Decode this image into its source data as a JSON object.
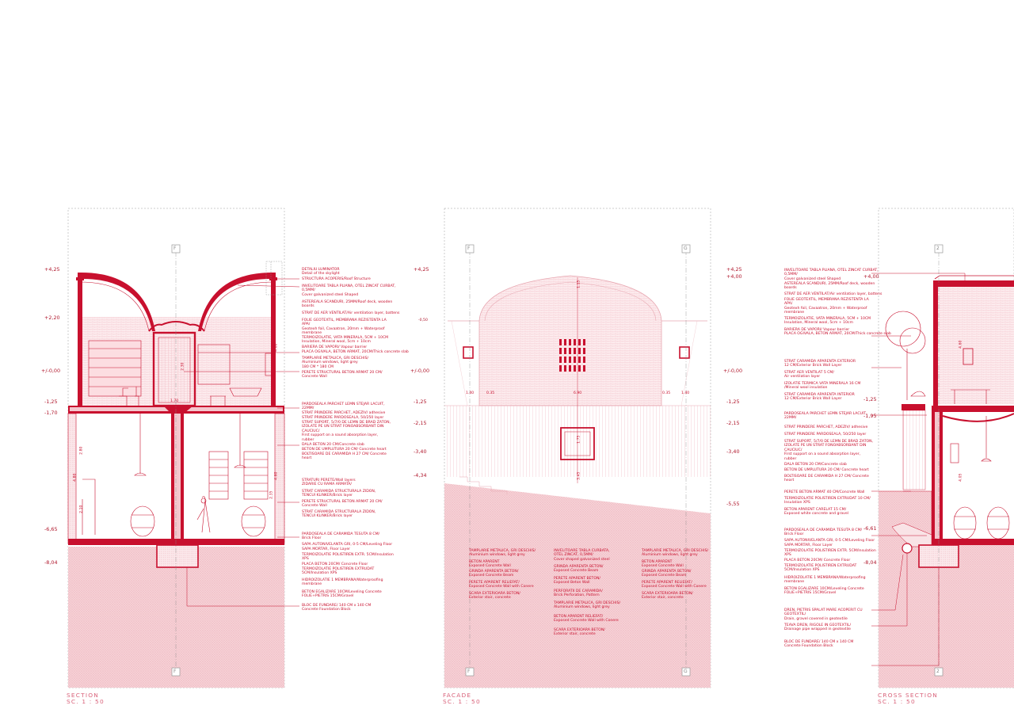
{
  "captions": {
    "section": {
      "title": "SECTION",
      "scale": "SC. 1 : 50"
    },
    "facade": {
      "title": "FACADE",
      "scale": "SC. 1 : 50"
    },
    "cross": {
      "title": "CROSS SECTION",
      "scale": "SC. 1 : 50"
    }
  },
  "grid_marks": {
    "section": [
      "F",
      "F"
    ],
    "facade": [
      "F",
      "G",
      "F",
      "G"
    ],
    "cross": [
      "2",
      "2"
    ]
  },
  "levels": {
    "section": [
      "+4,25",
      "+2,20",
      "+/-0,00",
      "-1,25",
      "-1,70",
      "-6,65",
      "-8,04"
    ],
    "facade_left": [
      "+4,25",
      "-0,50",
      "+/-0,00",
      "-1,25",
      "-2,15",
      "-3,40",
      "-4,34"
    ],
    "facade_right": [
      "+4,25",
      "+4,00",
      "+/-0,00",
      "-1,25",
      "-2,15",
      "-3,40",
      "-5,55"
    ],
    "cross": [
      "+4,00",
      "-1,25",
      "-1,95",
      "-6,61",
      "-8,04"
    ]
  },
  "section_notes": [
    "DETALIU LUMINATOR\nDetail of the skylight",
    "STRUCTURA ACOPERIS/Roof Structure",
    "INVELITOARE TABLA PLIANA, OTEL ZINCAT CURBAT,\n0,5MM/\nCover galvanized steel Shaped",
    "ASTEREALA SCANDURI, 25MM/Roof deck, wooden\nboards",
    "STRAT DE AER VENTILAT/Air ventilation layer, battens",
    "FOLIE GEOTEXTIL, MEMBRANA REZISTENTA LA\nAPA/\nGeotexh foil, Cavaatron, 20mm + Waterproof\nmembrane",
    "TERMOIZOLATIE, VATA MINERALA, 5CM + 10CM\nInsulation, Mineral wool, 5cm + 10cm",
    "BARIERA DE VAPORI/ Vapour barrier",
    "PLACA OGIVALA, BETON ARMAT, 20CM/Thick concrete slab",
    "TAMPLARIE METALICA, GRI DESCHIS/\nAluminium windows, light grey\n180 CM * 180 CM",
    "PERETE STRUCTURAL BETON ARMAT 20 CM/\nConcrete Wall",
    "PARDOSEALA PARCHET LEMN STEJAR LACUIT,\n22MM/",
    "STRAT PRINDERE PARCHET, ADEZIV/ adhesive",
    "STRAT PRINDERE PARDOSEALA, 50/250 layer",
    "STRAT SUPORT, 5/7/0 DE LEMN DE BRAD ZATON,\nIZOLATE PE UN STRAT FONOABSORBANT DIN\nCAUCIUC/\nFirst support on a sound absorption layer,\nrubber",
    "DALA BETON 20 CM/Concrete slab",
    "BETON DE UMPLUTURA 20 CM/ Concrete heart",
    "BOLTISOARE DE CARAMIDA H 27 CM/ Concrete\nheart",
    "STRATURI PERETE/Wall layers\nZIDARIE CU RAMA ARMATA/",
    "STRAT CARAMIDA STRUCTURALA ZIDON,\nTENCUI KLINKER/Brick layer",
    "PERETE STRUCTURAL BETON ARMAT 20 CM/\nConcrete Wall",
    "STRAT CARAMIDA STRUCTURALA ZIDON,\nTENCUI KLINKER/Brick layer",
    "PARDOSEALA DE CARAMIDA TESUTA 8 CM/\nBrick Floor",
    "SAPA AUTONIVELANTA GRI, 0-5 CM/Leveling Floor",
    "SAPA MORTAR, Floor Layer",
    "TERMOIZOLATIE POLISTIREN EXTR. 5CM/Insulation\nXPS",
    "PLACA BETON 20CM/ Concrete Floor",
    "TERMOIZOLATIE POLISTIREN EXTRUDAT\n5CM/Insulation XPS",
    "HIDROIZOLATIE 1 MEMBRANA/Waterproofing\nmembrane",
    "BETON EGALIZARE 10CM/Leveling Concrete\nFOLIE+PIETRIS 15CM/Gravel",
    "BLOC DE FUNDARE/ 140 CM x 140 CM\nConcrete Foundation Block"
  ],
  "facade_notes": {
    "left": [
      "TAMPLARIE METALICA, GRI DESCHIS/\nAluminium windows, light grey",
      "BETON APARENT\nExposed Concrete Wall",
      "GRINDA APARENTA BETON/\nExposed Concrete Beam",
      "PERETE APARENT RELIEFAT/\nExposed Concrete Wall with Conere",
      "SCARA EXTERIOARA BETON/\nExterior stair, concrete"
    ],
    "center": [
      "INVELITOARE TABLA CURBATA,\nOTEL ZINCAT, 0,5MM/\nCover shaped galvanized steel",
      "GRINDA APARENTA BETON/\nExposed Concrete Beam",
      "PERETE APARENT BETON/\nExposed Beton Wall",
      "PERFORATII DE CARAMIDA/\nBrick Perforation, Pattern",
      "TAMPLARIE METALICA, GRI DESCHIS/\nAluminium windows, light grey",
      "BETON APARENT RELIEFAT/\nExposed Concrete Wall with Conere",
      "SCARA EXTERIOARA BETON/\nExterior stair, concrete"
    ],
    "right": [
      "TAMPLARIE METALICA, GRI DESCHIS/\nAluminium windows, light grey",
      "BETON APARENT\nExposed Concrete Wall",
      "GRINDA APARENTA BETON/\nExposed Concrete Beam",
      "PERETE APARENT RELIEFAT/\nExposed Concrete Wall with Conere",
      "SCARA EXTERIOARA BETON/\nExterior stair, concrete"
    ]
  },
  "cross_notes": [
    "INVELITOARE TABLA PLIANA, OTEL ZINCAT CURBAT,\n0,5MM/\nCover galvanized steel Shaped",
    "ASTEREALA SCANDURI, 25MM/Roof deck, wooden\nboards",
    "STRAT DE AER VENTILAT/Air ventilation layer, battens",
    "FOLIE GEOTEXTIL, MEMBRANA REZISTENTA LA\nAPA/\nGeotexh foil, Cavaatron, 20mm + Waterproof\nmembrane",
    "TERMOIZOLATIE, VATA MINERALA, 5CM + 10CM\nInsulation, Mineral wool, 5cm + 10cm",
    "BARIERA DE VAPORI/ Vapour barrier\nPLACA OGIVALA, BETON ARMAT, 20CM/Thick concrete slab",
    "STRAT CARAMIDA APARENTA EXTERIOR\n12 CM/Exterior Brick Wall Layer",
    "STRAT AER VENTILAT 5 CM/\nAir ventilation layer",
    "IZOLATIE TERMICA VATA MINERALA 16 CM\n/Mineral wool insulation",
    "STRAT CARAMIDA APARENTA INTERIOR\n12 CM/Exterior Brick Wall Layer",
    "PARDOSEALA PARCHET LEMN STEJAR LACUIT,\n22MM/",
    "STRAT PRINDERE PARCHET, ADEZIV/ adhesive",
    "STRAT PRINDERE PARDOSEALA, 50/250 layer",
    "STRAT SUPORT, 5/7/0 DE LEMN DE BRAD ZATON,\nIZOLATE PE UN STRAT FONOABSORBANT DIN\nCAUCIUC/\nFirst support on a sound absorption layer,\nrubber",
    "DALA BETON 20 CM/Concrete slab",
    "BETON DE UMPLUTURA 20 CM/ Concrete heart",
    "BOLTISOARE DE CARAMIDA H 27 CM/ Concrete\nheart",
    "PERETE BETON ARMAT 40 CM/Concrete Wall",
    "TERMOIZOLATIE POLISTIREN EXTRUDAT 10 CM/\nInsulation XPS",
    "BETON APARENT CARELAT 15 CM/\nExposed white concrete and gravel",
    "PARDOSEALA DE CARAMIDA TESUTA 8 CM/\nBrick Floor",
    "SAPA AUTONIVELANTA GRI, 0-5 CM/Leveling Floor",
    "SAPA MORTAR, Floor Layer",
    "TERMOIZOLATIE POLISTIREN EXTR. 5CM/Insulation\nXPS",
    "PLACA BETON 20CM/ Concrete Floor",
    "TERMOIZOLATIE POLISTIREN EXTRUDAT\n5CM/Insulation XPS",
    "HIDROIZOLATIE 1 MEMBRANA/Waterproofing\nmembrane",
    "BETON EGALIZARE 10CM/Leveling Concrete\nFOLIE+PIETRIS 15CM/Gravel",
    "DREN, PIETRIS SPALAT MARE ACOPERIT CU\nGEOTEXTIL/\nDrain, gravel covered in geotextile",
    "TEAVA DREN, RIGOLE IN GEOTEXTIL/\nDrainage pipe wrapped in geotextile",
    "BLOC DE FUNDARE/ 140 CM x 140 CM\nConcrete Foundation Block"
  ],
  "dims": {
    "section": [
      "1.05",
      "2.30",
      "4.60",
      "1.70",
      "2.80",
      "4.80",
      "2.10",
      "2.35",
      "4.60"
    ],
    "facade": [
      "1.40",
      "0.35",
      "6.90",
      "0.35",
      "1.40",
      "1.15",
      "1.75",
      "3.45"
    ],
    "cross": [
      "4.60",
      "4.05"
    ]
  },
  "colors": {
    "line": "#c8102e",
    "hatch": "#e88a98",
    "ground": "#f3c7cd",
    "caption": "#d9627a"
  }
}
